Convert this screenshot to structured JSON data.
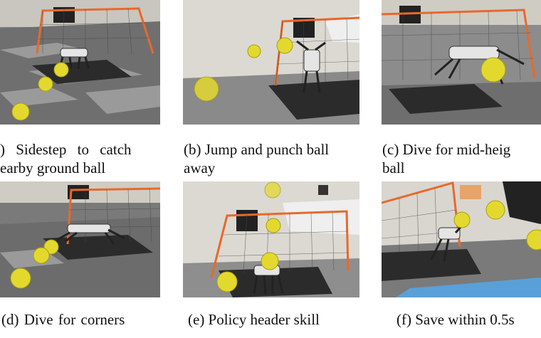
{
  "figure": {
    "panels": [
      {
        "id": "a",
        "caption_line1": ") Sidestep to catch",
        "caption_line2": "earby ground ball"
      },
      {
        "id": "b",
        "caption_line1": "(b) Jump and punch ball",
        "caption_line2": "away"
      },
      {
        "id": "c",
        "caption_line1": "(c) Dive for mid-heig",
        "caption_line2": "ball"
      },
      {
        "id": "d",
        "caption_line1": "(d) Dive for corners",
        "caption_line2": ""
      },
      {
        "id": "e",
        "caption_line1": "(e) Policy header skill",
        "caption_line2": ""
      },
      {
        "id": "f",
        "caption_line1": "(f) Save within 0.5s",
        "caption_line2": ""
      }
    ]
  },
  "colors": {
    "ball": "#e3d92e",
    "net_frame": "#e8692b",
    "floor_dark": "#5d5d5d",
    "floor_light": "#9a9a9a",
    "wall": "#d9d6cf",
    "mat": "#2b2b2b",
    "blue_mat": "#5aa0d8"
  },
  "icons": {
    "robot": "quadruped-robot-icon",
    "ball": "soccer-ball-icon",
    "goal": "goal-net-icon"
  }
}
